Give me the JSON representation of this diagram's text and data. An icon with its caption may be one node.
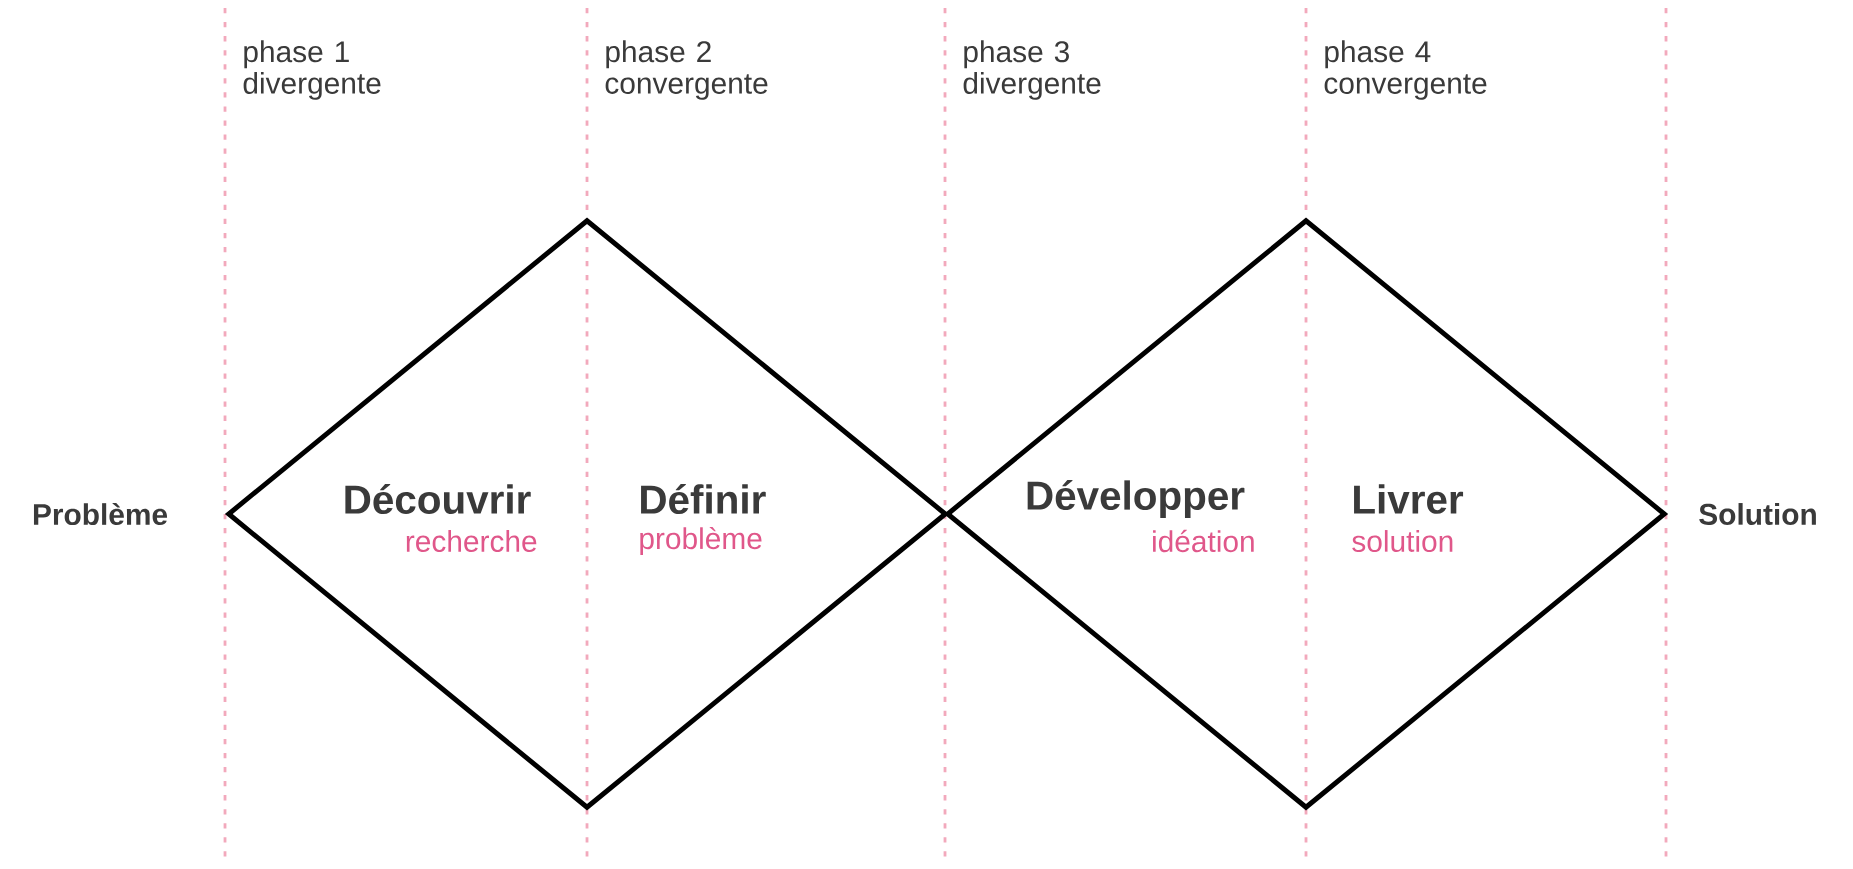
{
  "diagram": {
    "nodes": [
      {
        "text": [
          "Découvrir",
          "recherche",
          "Définir",
          "problème"
        ]
      },
      {
        "text": [
          "Développer",
          "idéation",
          "Livrer",
          "solution"
        ]
      }
    ],
    "labels": [
      "phase 1 divergente",
      "phase 2 convergente",
      "phase 3 divergente",
      "phase 4 convergente",
      "Problème",
      "Solution"
    ]
  }
}
